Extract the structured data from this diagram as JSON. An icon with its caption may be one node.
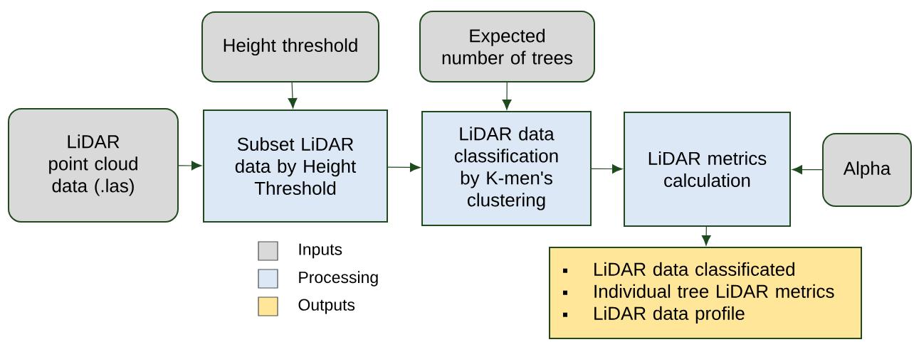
{
  "diagram": {
    "nodes": [
      {
        "text": [
          "LiDAR point cloud data (.las)"
        ]
      },
      {
        "text": [
          "Height threshold"
        ]
      },
      {
        "text": [
          "Subset LiDAR data by Height Threshold"
        ]
      },
      {
        "text": [
          "Expected number of trees"
        ]
      },
      {
        "text": [
          "LiDAR data classification by K-men's clustering"
        ]
      },
      {
        "text": [
          "LiDAR metrics calculation"
        ]
      },
      {
        "text": [
          "Alpha"
        ]
      },
      {
        "text": [
          "LiDAR data classificated",
          "Individual tree LiDAR metrics",
          "LiDAR data profile"
        ]
      }
    ],
    "edges": [
      {
        "from": 1,
        "to": 2,
        "arrow": "to"
      },
      {
        "from": 3,
        "to": 4,
        "arrow": "to"
      },
      {
        "from": 0,
        "to": 2,
        "arrow": "to"
      },
      {
        "from": 2,
        "to": 4,
        "arrow": "to"
      },
      {
        "from": 4,
        "to": 5,
        "arrow": "to"
      },
      {
        "from": 6,
        "to": 5,
        "arrow": "to"
      },
      {
        "from": 5,
        "to": 7,
        "arrow": "to"
      }
    ],
    "legend": [
      {
        "text": "Inputs",
        "color": "#d9d9d9"
      },
      {
        "text": "Processing",
        "color": "#dce8f5"
      },
      {
        "text": "Outputs",
        "color": "#ffe699"
      }
    ]
  }
}
